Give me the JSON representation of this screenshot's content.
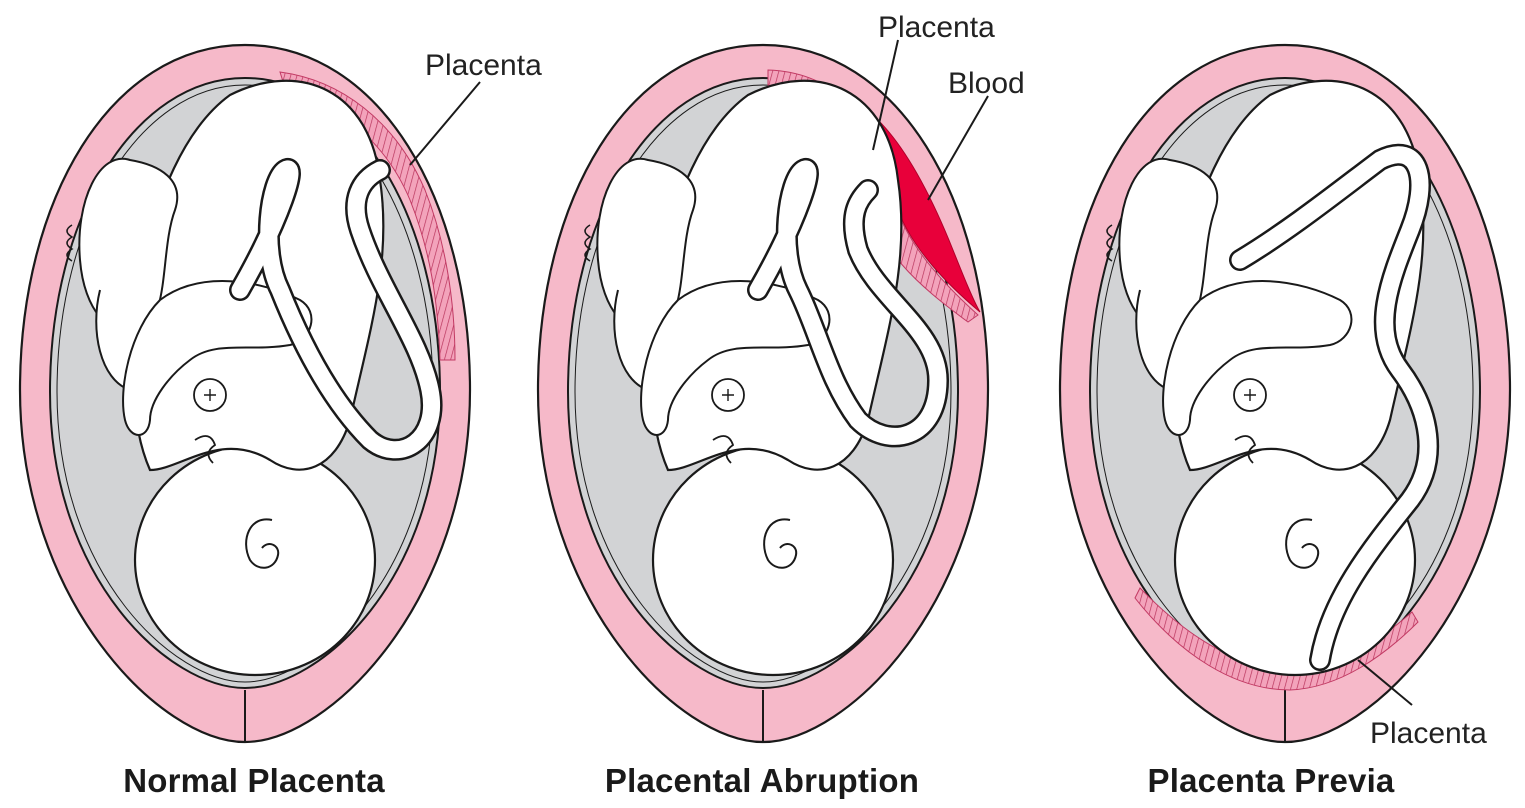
{
  "colors": {
    "uterus_wall": "#f6b9c9",
    "amniotic_fluid": "#d2d3d5",
    "fetus": "#ffffff",
    "outline": "#1a1a1a",
    "placenta": "#e8638a",
    "blood": "#e8003a"
  },
  "panels": [
    {
      "caption": "Normal Placenta",
      "labels": {
        "placenta": "Placenta"
      }
    },
    {
      "caption": "Placental Abruption",
      "labels": {
        "placenta": "Placenta",
        "blood": "Blood"
      }
    },
    {
      "caption": "Placenta Previa",
      "labels": {
        "placenta": "Placenta"
      }
    }
  ]
}
